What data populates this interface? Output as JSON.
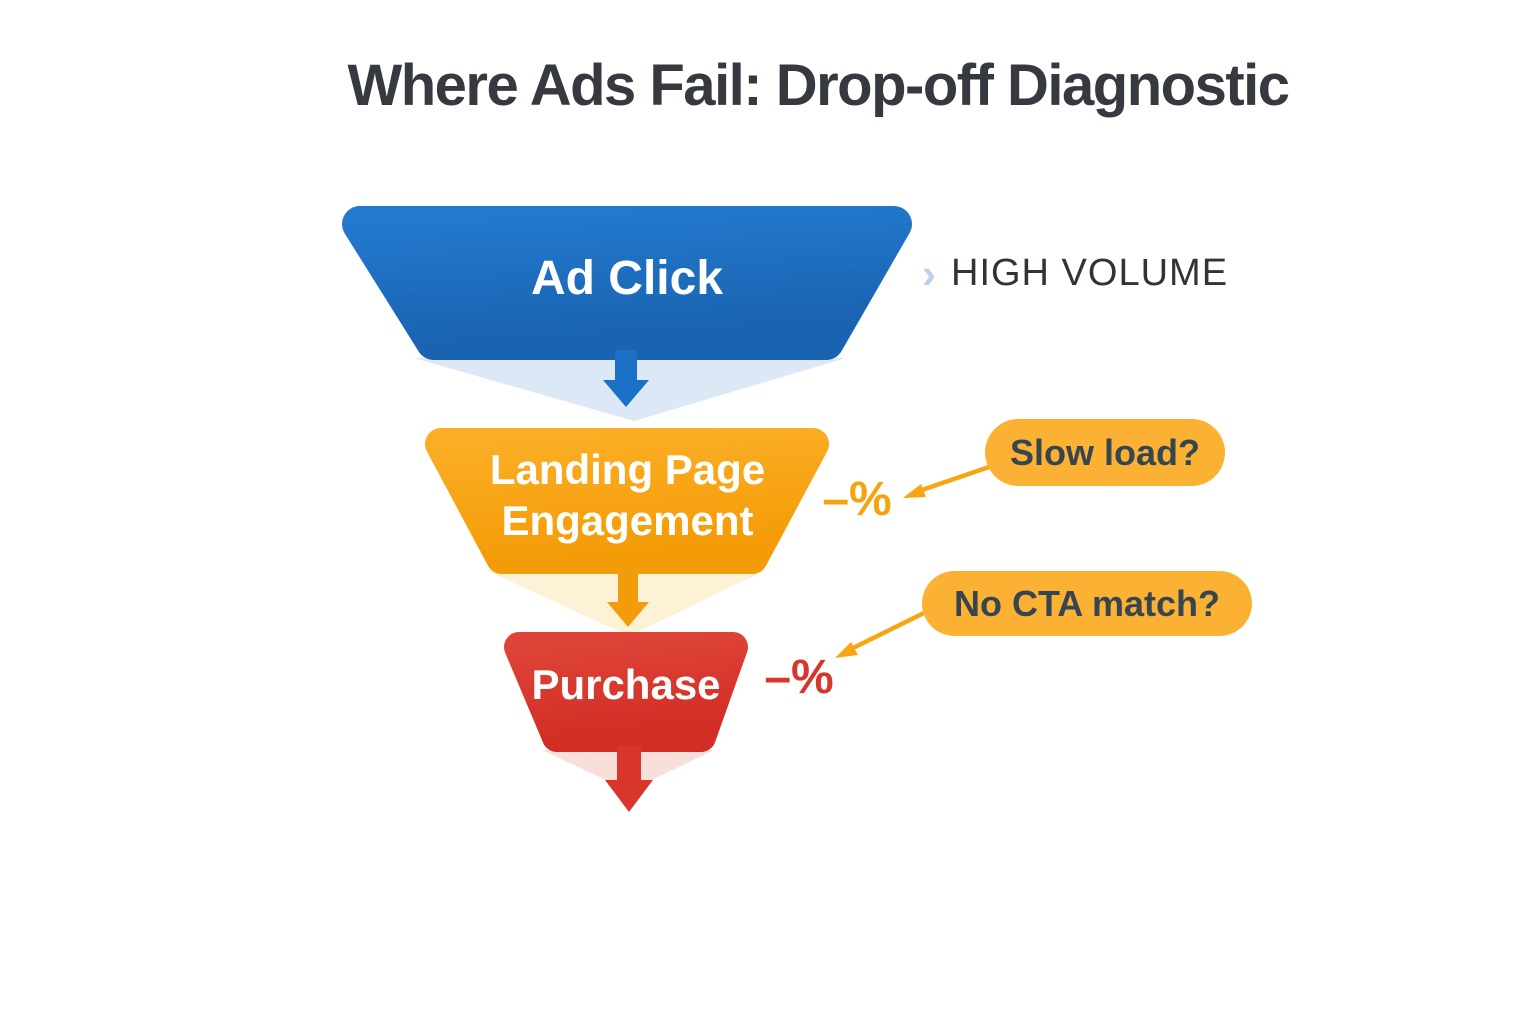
{
  "title": "Where Ads Fail: Drop-off Diagnostic",
  "funnel": {
    "stages": [
      {
        "id": "ad-click",
        "label": "Ad Click"
      },
      {
        "id": "landing-page-engagement",
        "label": "Landing Page Engagement"
      },
      {
        "id": "purchase",
        "label": "Purchase"
      }
    ]
  },
  "annotations": {
    "high_volume": {
      "chevron": "›",
      "label": "HIGH VOLUME"
    },
    "drop_landing": {
      "value": "–%",
      "question": "Slow load?"
    },
    "drop_purchase": {
      "value": "–%",
      "question": "No CTA match?"
    }
  },
  "colors": {
    "blue_top": "#2379cd",
    "blue_bottom": "#1963b1",
    "blue_arrow": "#1a70c4",
    "light_blue": "#dce8f6",
    "orange_top": "#fbae25",
    "orange_bottom": "#f49c08",
    "orange_arrow": "#f39c0b",
    "light_orange": "#fdf1d6",
    "red_top": "#df4438",
    "red_bottom": "#d22e25",
    "red_arrow": "#d8352b",
    "light_red": "#f9dfda",
    "badge_bg": "#fbb234",
    "badge_text": "#36454f",
    "connector": "#f8a413",
    "drop_orange": "#f7a30d",
    "drop_red": "#d8352b",
    "title_text": "#36393f",
    "annotation_text": "#303438",
    "chevron_blue": "#b9d0ef",
    "stage_text": "#ffffff"
  }
}
